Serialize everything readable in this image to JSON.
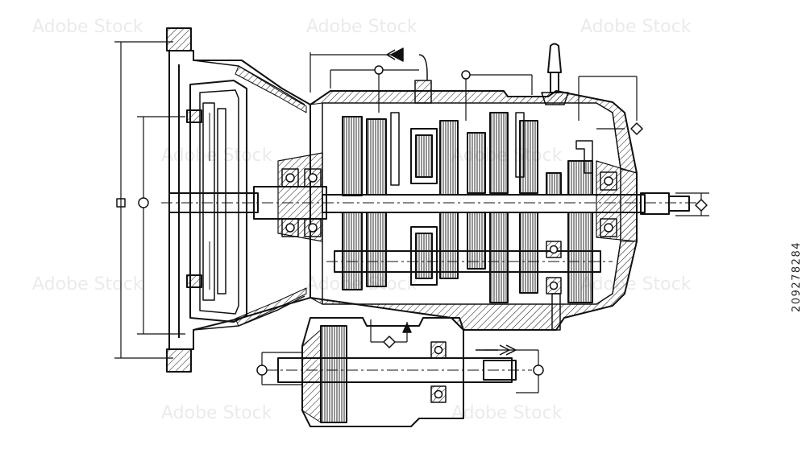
{
  "image": {
    "subject": "gearbox cross-section technical drawing",
    "stroke_color": "#111111",
    "background_color": "#ffffff",
    "stock_id": "209278284",
    "watermark_text": "Adobe Stock"
  },
  "icons": [
    "shaft-icon",
    "gear-icon",
    "bearing-icon",
    "gear-lever-icon",
    "arrow-icon",
    "dimension-marker-icon"
  ]
}
